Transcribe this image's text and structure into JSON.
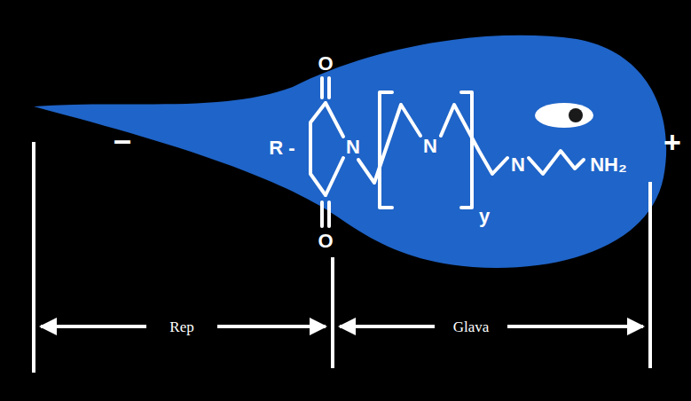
{
  "diagram": {
    "labels": [
      "–",
      "+",
      "R -",
      "O",
      "O",
      "N",
      "N",
      "N",
      "NH₂",
      "y",
      "Rep",
      "Glava"
    ]
  }
}
